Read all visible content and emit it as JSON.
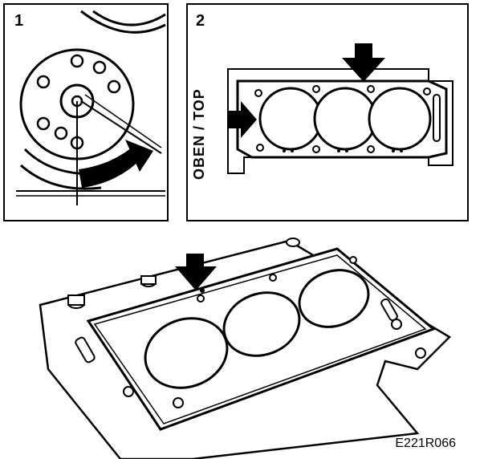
{
  "panels": [
    {
      "number": "1"
    },
    {
      "number": "2",
      "orientation_label": "OBEN / TOP"
    }
  ],
  "figure_code": "E221R066",
  "icons": [
    "crankshaft-pulley-icon",
    "rotation-arrow-icon",
    "gasket-icon",
    "down-arrow-icon",
    "right-arrow-icon"
  ]
}
